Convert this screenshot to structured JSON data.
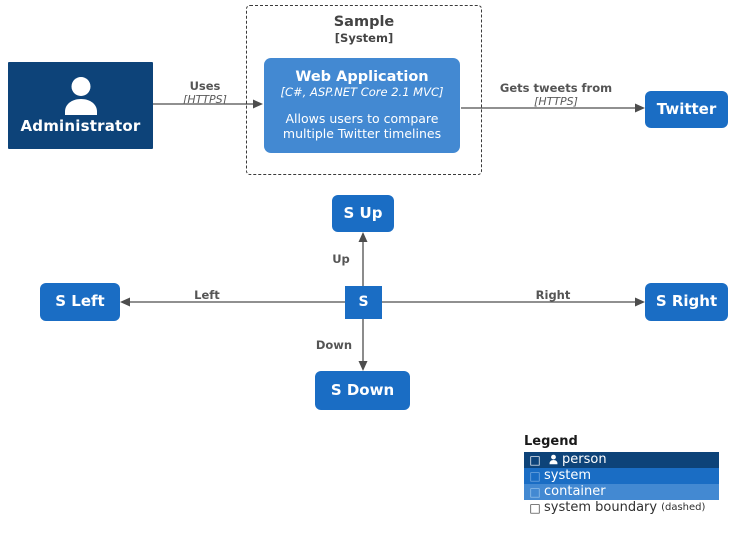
{
  "diagram": {
    "boundary": {
      "name": "Sample",
      "type": "[System]",
      "style": "dashed"
    },
    "nodes": {
      "administrator": {
        "title": "Administrator",
        "icon": "person-icon",
        "color": "#0d4379"
      },
      "web_application": {
        "title": "Web Application",
        "tech": "[C#, ASP.NET Core 2.1 MVC]",
        "desc_line1": "Allows users to compare",
        "desc_line2": "multiple Twitter timelines",
        "color": "#4389d2"
      },
      "twitter": {
        "title": "Twitter",
        "color": "#1a6dc4"
      },
      "s": {
        "title": "S",
        "color": "#1a6dc4"
      },
      "s_up": {
        "title": "S Up",
        "color": "#1a6dc4"
      },
      "s_down": {
        "title": "S Down",
        "color": "#1a6dc4"
      },
      "s_left": {
        "title": "S Left",
        "color": "#1a6dc4"
      },
      "s_right": {
        "title": "S Right",
        "color": "#1a6dc4"
      }
    },
    "edges": {
      "uses": {
        "label": "Uses",
        "tech": "[HTTPS]"
      },
      "gets_tweets": {
        "label": "Gets tweets from",
        "tech": "[HTTPS]"
      },
      "up": {
        "label": "Up"
      },
      "down": {
        "label": "Down"
      },
      "left": {
        "label": "Left"
      },
      "right": {
        "label": "Right"
      }
    }
  },
  "legend": {
    "title": "Legend",
    "rows": [
      {
        "glyph": "□",
        "label": "person",
        "note": ""
      },
      {
        "glyph": "□",
        "label": "system",
        "note": ""
      },
      {
        "glyph": "□",
        "label": "container",
        "note": ""
      },
      {
        "glyph": "□",
        "label": "system boundary",
        "note": "(dashed)"
      }
    ]
  }
}
